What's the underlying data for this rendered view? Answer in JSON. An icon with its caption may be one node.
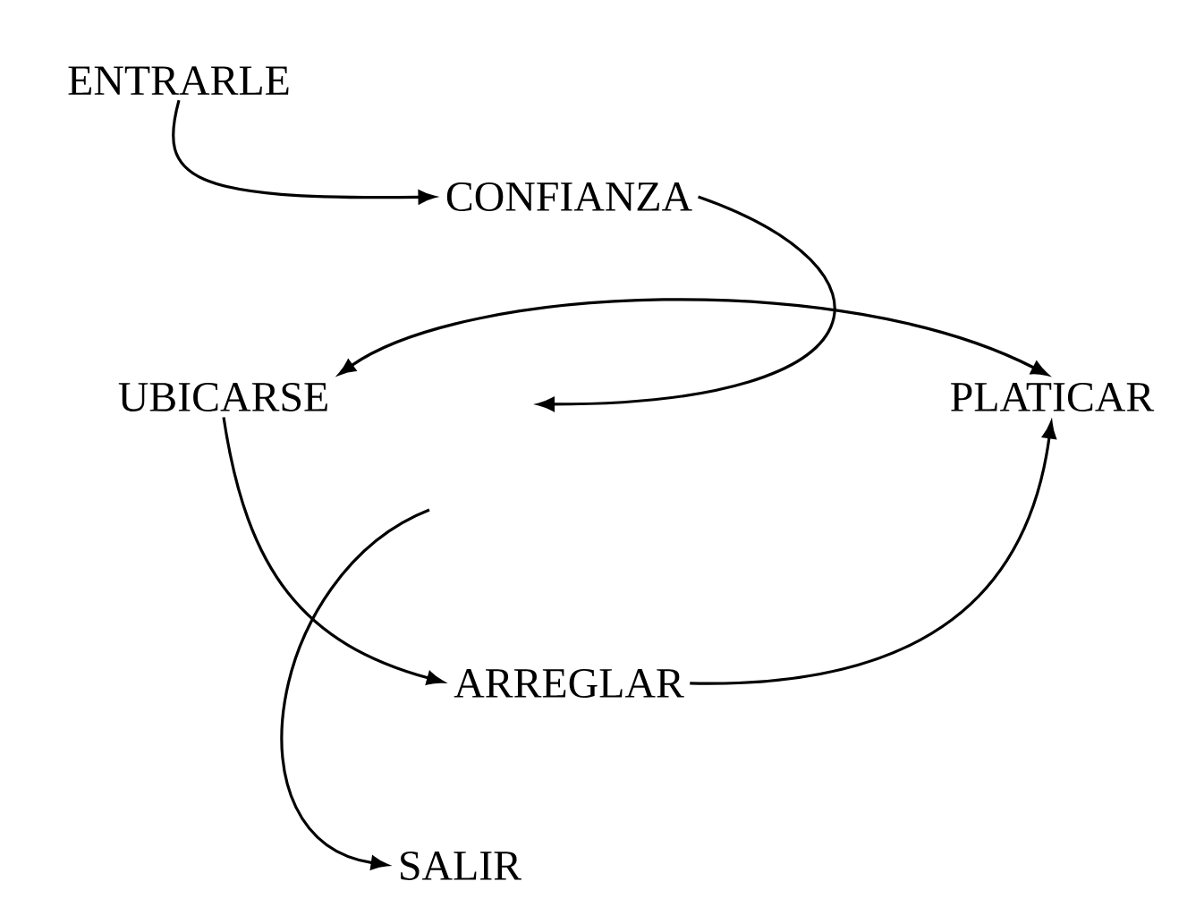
{
  "diagram": {
    "nodes": [
      {
        "text": [
          "ENTRARLE"
        ]
      },
      {
        "text": [
          "CONFIANZA"
        ]
      },
      {
        "text": [
          "UBICARSE"
        ]
      },
      {
        "text": [
          "PLATICAR"
        ]
      },
      {
        "text": [
          "ARREGLAR"
        ]
      },
      {
        "text": [
          "SALIR"
        ]
      }
    ],
    "edges": [
      {
        "from": 0,
        "to": 1,
        "arrow": "to"
      },
      {
        "from": 1,
        "to": null,
        "arrow": "to"
      },
      {
        "from": 2,
        "to": 3,
        "arrow": "both"
      },
      {
        "from": 2,
        "to": 4,
        "arrow": "to"
      },
      {
        "from": null,
        "to": 5,
        "arrow": "to"
      },
      {
        "from": 4,
        "to": 3,
        "arrow": "to"
      }
    ]
  }
}
